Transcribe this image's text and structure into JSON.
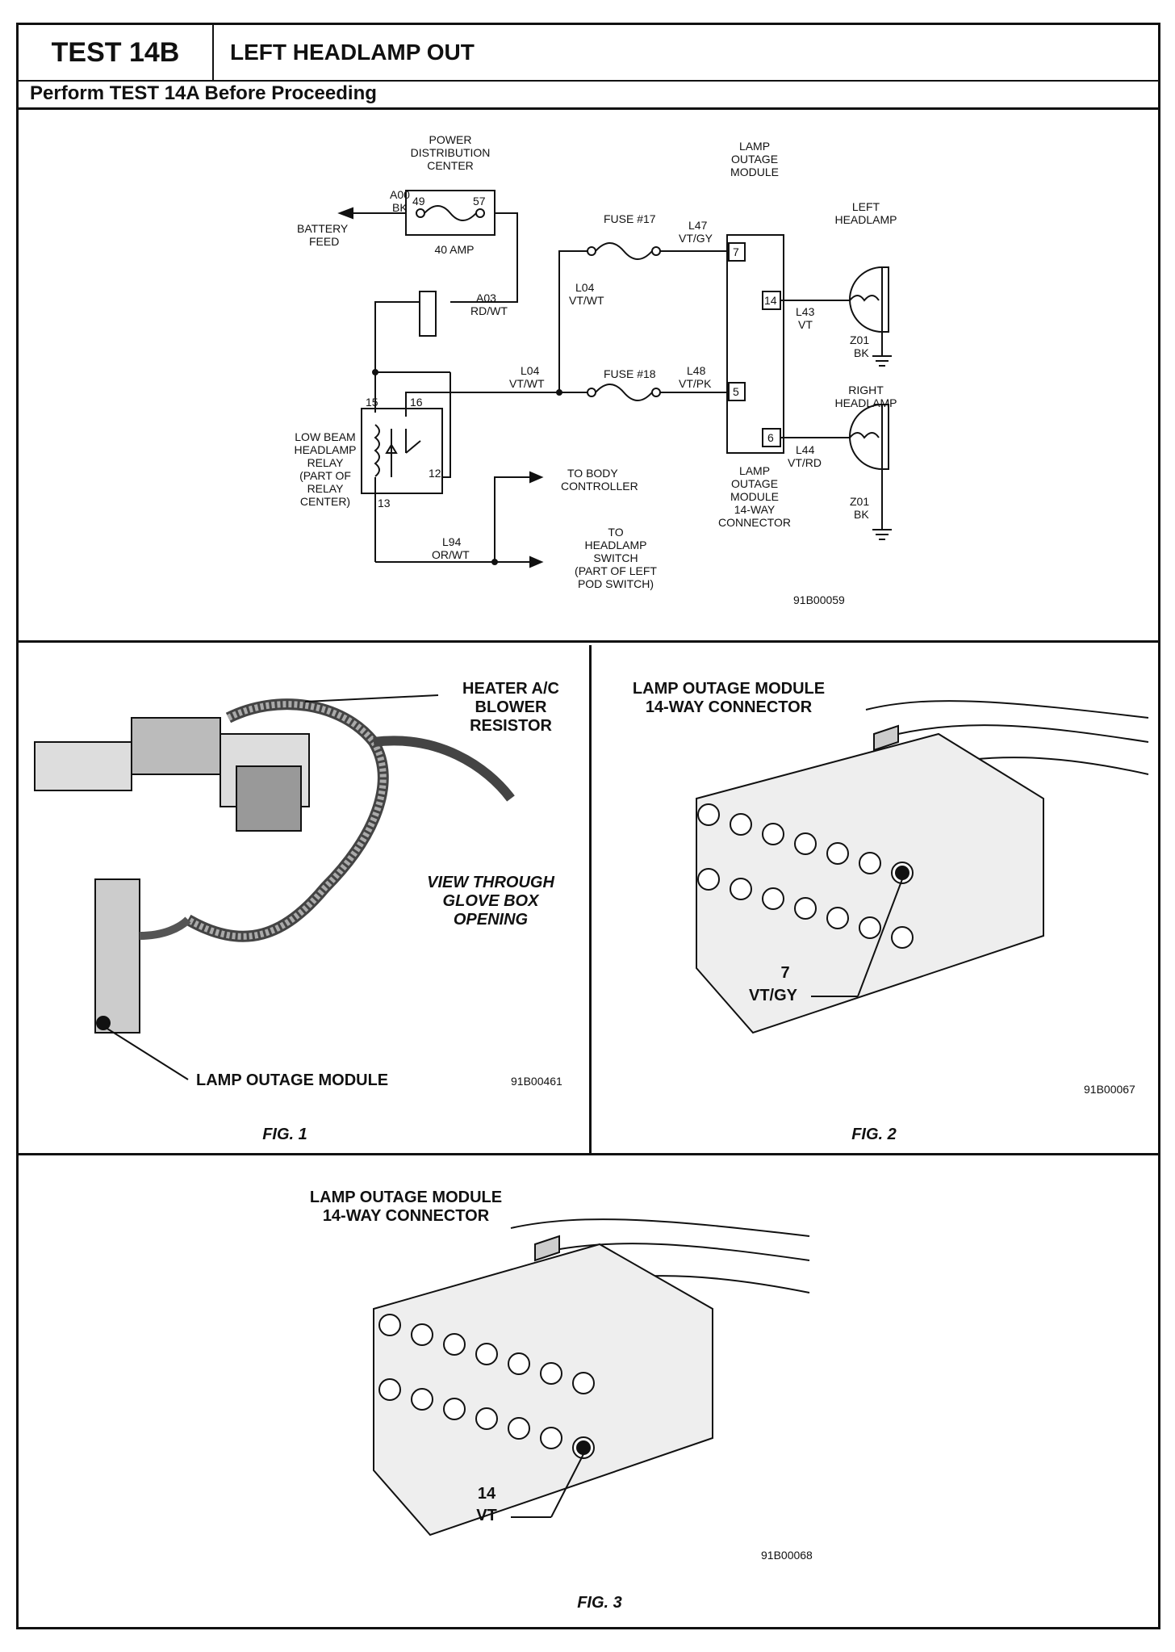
{
  "header": {
    "test_id": "TEST 14B",
    "title": "LEFT HEADLAMP OUT",
    "subtitle": "Perform TEST 14A Before Proceeding"
  },
  "schematic": {
    "pdc": [
      "POWER",
      "DISTRIBUTION",
      "CENTER"
    ],
    "pdc_amp": "40 AMP",
    "pin_49": "49",
    "pin_57": "57",
    "a00": [
      "A00",
      "BK"
    ],
    "battery": [
      "BATTERY",
      "FEED"
    ],
    "a03": [
      "A03",
      "RD/WT"
    ],
    "fuse17": "FUSE #17",
    "fuse18": "FUSE #18",
    "l47": [
      "L47",
      "VT/GY"
    ],
    "l48": [
      "L48",
      "VT/PK"
    ],
    "l04_top": [
      "L04",
      "VT/WT"
    ],
    "l04_mid": [
      "L04",
      "VT/WT"
    ],
    "lom_top": [
      "LAMP",
      "OUTAGE",
      "MODULE"
    ],
    "lom_bottom": [
      "LAMP",
      "OUTAGE",
      "MODULE",
      "14-WAY",
      "CONNECTOR"
    ],
    "pins": {
      "p7": "7",
      "p14": "14",
      "p5": "5",
      "p6": "6"
    },
    "left_headlamp": [
      "LEFT",
      "HEADLAMP"
    ],
    "right_headlamp": [
      "RIGHT",
      "HEADLAMP"
    ],
    "l43": [
      "L43",
      "VT"
    ],
    "l44": [
      "L44",
      "VT/RD"
    ],
    "z01a": [
      "Z01",
      "BK"
    ],
    "z01b": [
      "Z01",
      "BK"
    ],
    "relay": [
      "LOW BEAM",
      "HEADLAMP",
      "RELAY",
      "(PART OF",
      "RELAY",
      "CENTER)"
    ],
    "relay_pins": {
      "p15": "15",
      "p16": "16",
      "p12": "12",
      "p13": "13"
    },
    "l94": [
      "L94",
      "OR/WT"
    ],
    "to_body": [
      "TO BODY",
      "CONTROLLER"
    ],
    "to_switch": [
      "TO",
      "HEADLAMP",
      "SWITCH",
      "(PART OF LEFT",
      "POD SWITCH)"
    ],
    "code": "91B00059"
  },
  "fig1": {
    "heater": [
      "HEATER A/C",
      "BLOWER",
      "RESISTOR"
    ],
    "view": [
      "VIEW THROUGH",
      "GLOVE BOX",
      "OPENING"
    ],
    "lom": "LAMP OUTAGE MODULE",
    "code": "91B00461",
    "caption": "FIG. 1"
  },
  "fig2": {
    "title": [
      "LAMP OUTAGE MODULE",
      "14-WAY CONNECTOR"
    ],
    "pin": [
      "7",
      "VT/GY"
    ],
    "code": "91B00067",
    "caption": "FIG. 2"
  },
  "fig3": {
    "title": [
      "LAMP OUTAGE MODULE",
      "14-WAY CONNECTOR"
    ],
    "pin": [
      "14",
      "VT"
    ],
    "code": "91B00068",
    "caption": "FIG. 3"
  }
}
